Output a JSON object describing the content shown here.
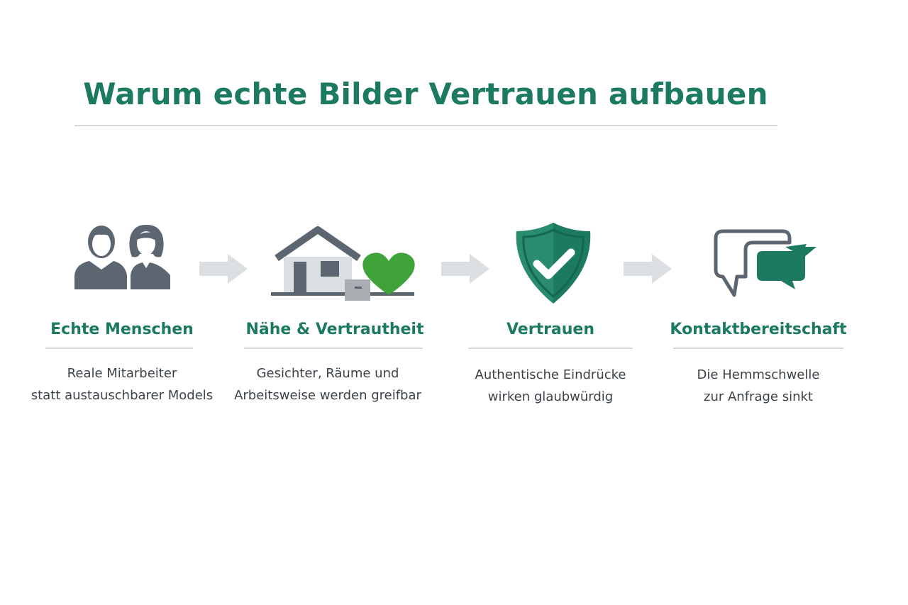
{
  "title": "Warum echte Bilder Vertrauen aufbauen",
  "colors": {
    "accent": "#1b7a5f",
    "icon_gray": "#5c6670",
    "heart_green": "#3fa33a",
    "divider": "#d6d9dc",
    "arrow": "#dcdfe2"
  },
  "steps": [
    {
      "icon": "people-icon",
      "title": "Echte Menschen",
      "desc": [
        "Reale Mitarbeiter",
        "statt austauschbarer Models"
      ]
    },
    {
      "icon": "house-heart-icon",
      "title": "Nähe & Vertrautheit",
      "desc": [
        "Gesichter, Räume und",
        "Arbeitsweise werden greifbar"
      ]
    },
    {
      "icon": "shield-check-icon",
      "title": "Vertrauen",
      "desc": [
        "Authentische Eindrücke",
        "wirken glaubwürdig"
      ]
    },
    {
      "icon": "chat-bubbles-icon",
      "title": "Kontaktbereitschaft",
      "desc": [
        "Die Hemmschwelle",
        "zur Anfrage sinkt"
      ]
    }
  ]
}
